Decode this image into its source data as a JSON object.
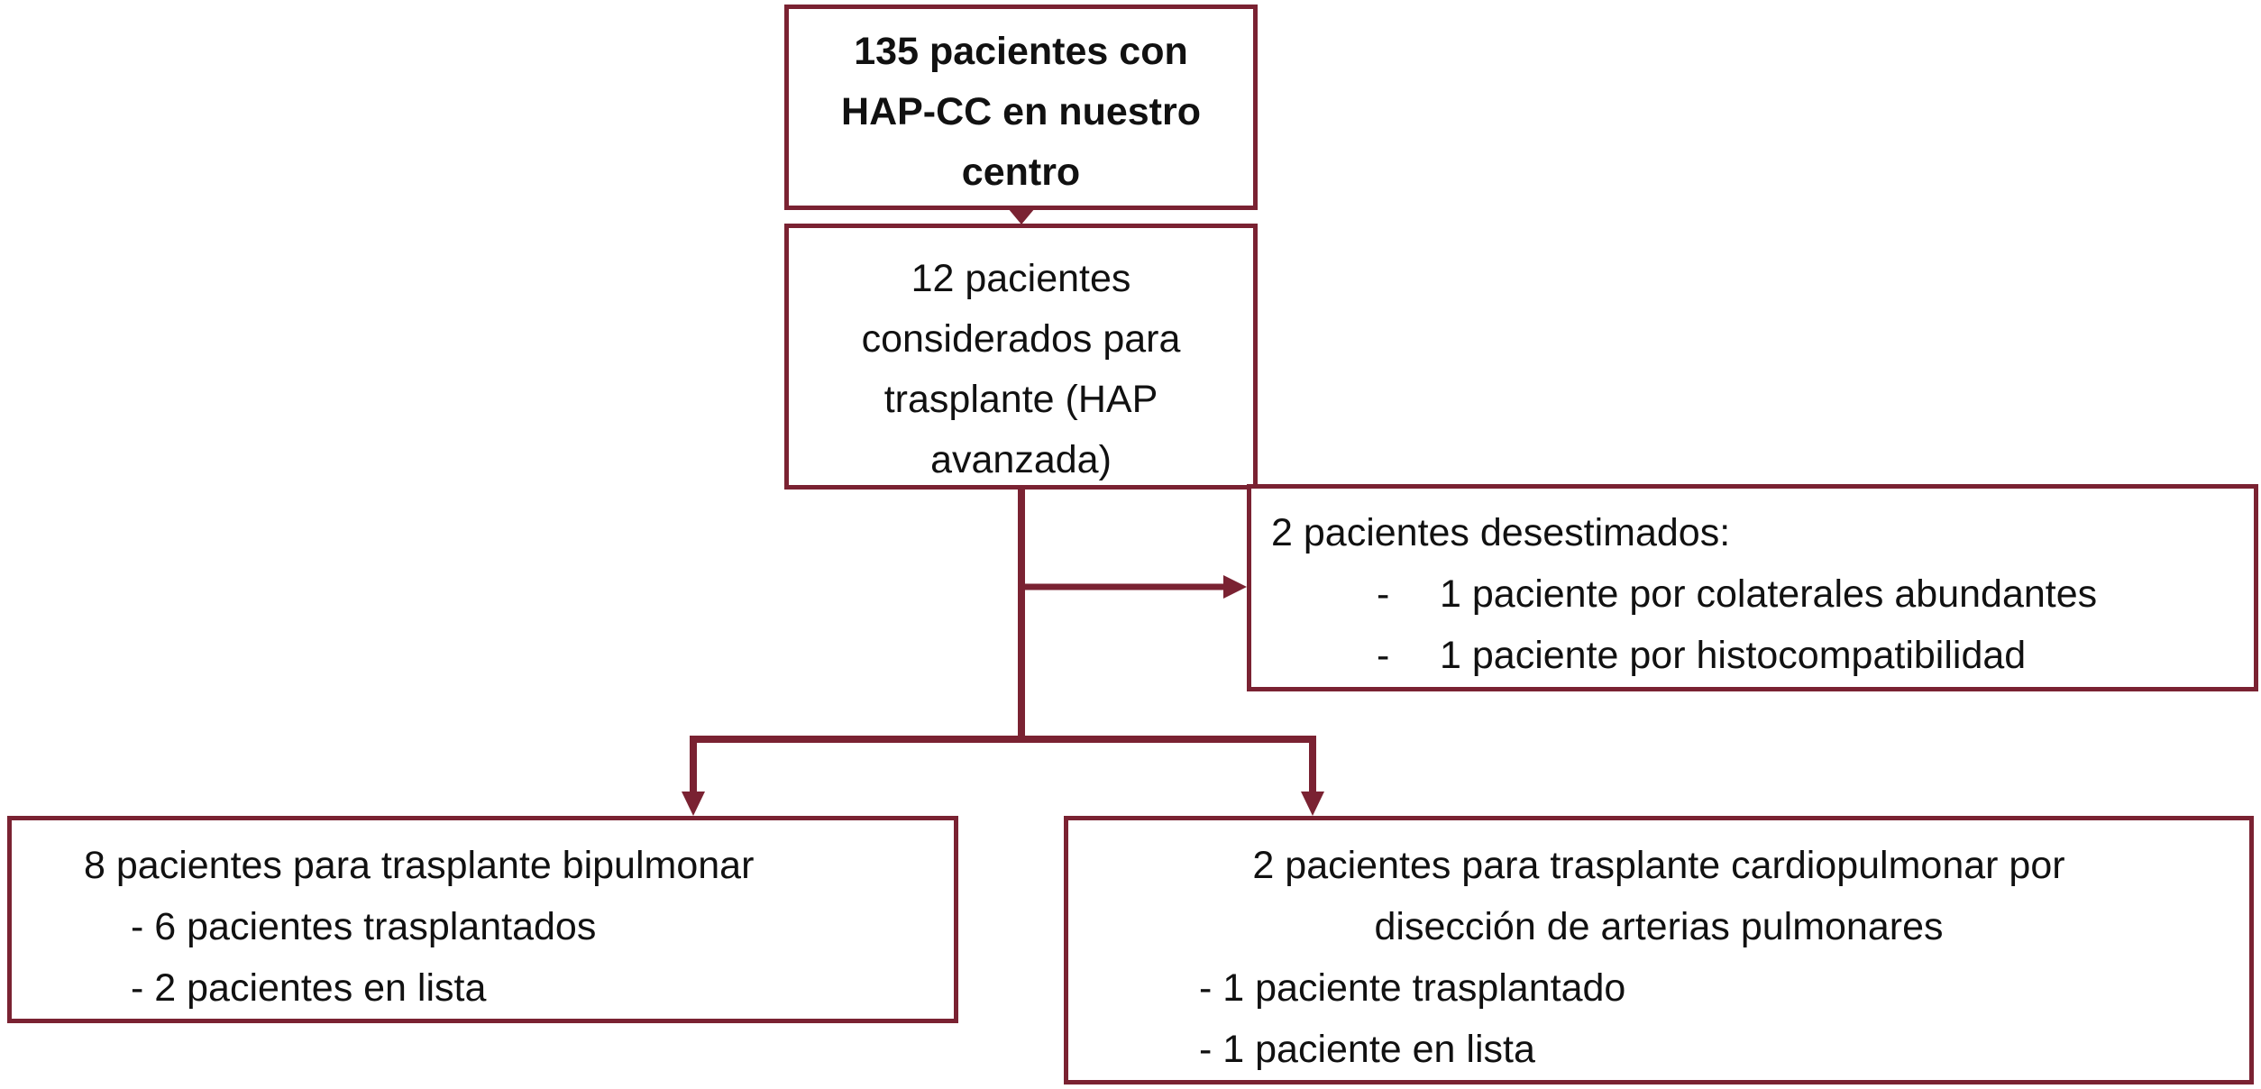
{
  "flowchart": {
    "top_box": {
      "lines": [
        "135 pacientes con",
        "HAP-CC en nuestro",
        "centro"
      ]
    },
    "considered_box": {
      "lines": [
        "12 pacientes",
        "considerados para",
        "trasplante (HAP",
        "avanzada)"
      ]
    },
    "rejected_box": {
      "heading": "2 pacientes desestimados:",
      "items": [
        {
          "dash": "-",
          "text": "1 paciente por colaterales abundantes"
        },
        {
          "dash": "-",
          "text": "1 paciente por histocompatibilidad"
        }
      ]
    },
    "bipulmonar_box": {
      "heading": "8 pacientes para trasplante bipulmonar",
      "items": [
        "- 6 pacientes trasplantados",
        "- 2 pacientes en lista"
      ]
    },
    "cardiopulmonar_box": {
      "heading_lines": [
        "2 pacientes para trasplante cardiopulmonar por",
        "disección de arterias pulmonares"
      ],
      "items": [
        "- 1 paciente trasplantado",
        "- 1 paciente en lista"
      ]
    }
  },
  "colors": {
    "border": "#7a2232",
    "connector": "#7a2232",
    "text": "#111111",
    "background": "#ffffff"
  }
}
